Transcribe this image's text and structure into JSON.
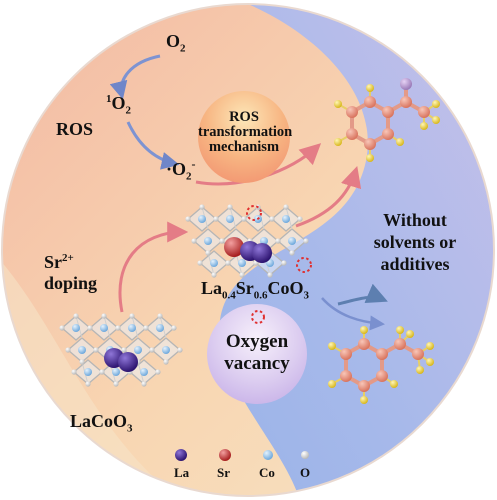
{
  "cycle": {
    "o2": "O",
    "o2_sub": "2",
    "singlet": "O",
    "singlet_pre": "1",
    "singlet_sub": "2",
    "superoxide": "O",
    "superoxide_pre": "·",
    "superoxide_sub": "2",
    "superoxide_sup": "-",
    "ros_label": "ROS"
  },
  "mechanism_circle": {
    "line1": "ROS",
    "line2": "transformation",
    "line3": "mechanism"
  },
  "vacancy_circle": {
    "line1": "Oxygen",
    "line2": "vacancy"
  },
  "doping": {
    "line1": "Sr",
    "line1_sup": "2+",
    "line2": "doping"
  },
  "catalysts": {
    "pristine": {
      "main": "LaCoO",
      "sub": "3"
    },
    "doped": {
      "a": "La",
      "a_sub": "0.4",
      "b": "Sr",
      "b_sub": "0.6",
      "c": "CoO",
      "c_sub": "3"
    }
  },
  "conditions": {
    "line1": "Without",
    "line2": "solvents or",
    "line3": "additives"
  },
  "legend": {
    "la": "La",
    "sr": "Sr",
    "co": "Co",
    "o": "O",
    "colors": {
      "la": "#4b2a9e",
      "sr": "#d23a3a",
      "co": "#9cc9ee",
      "o": "#f2f2f2"
    }
  }
}
